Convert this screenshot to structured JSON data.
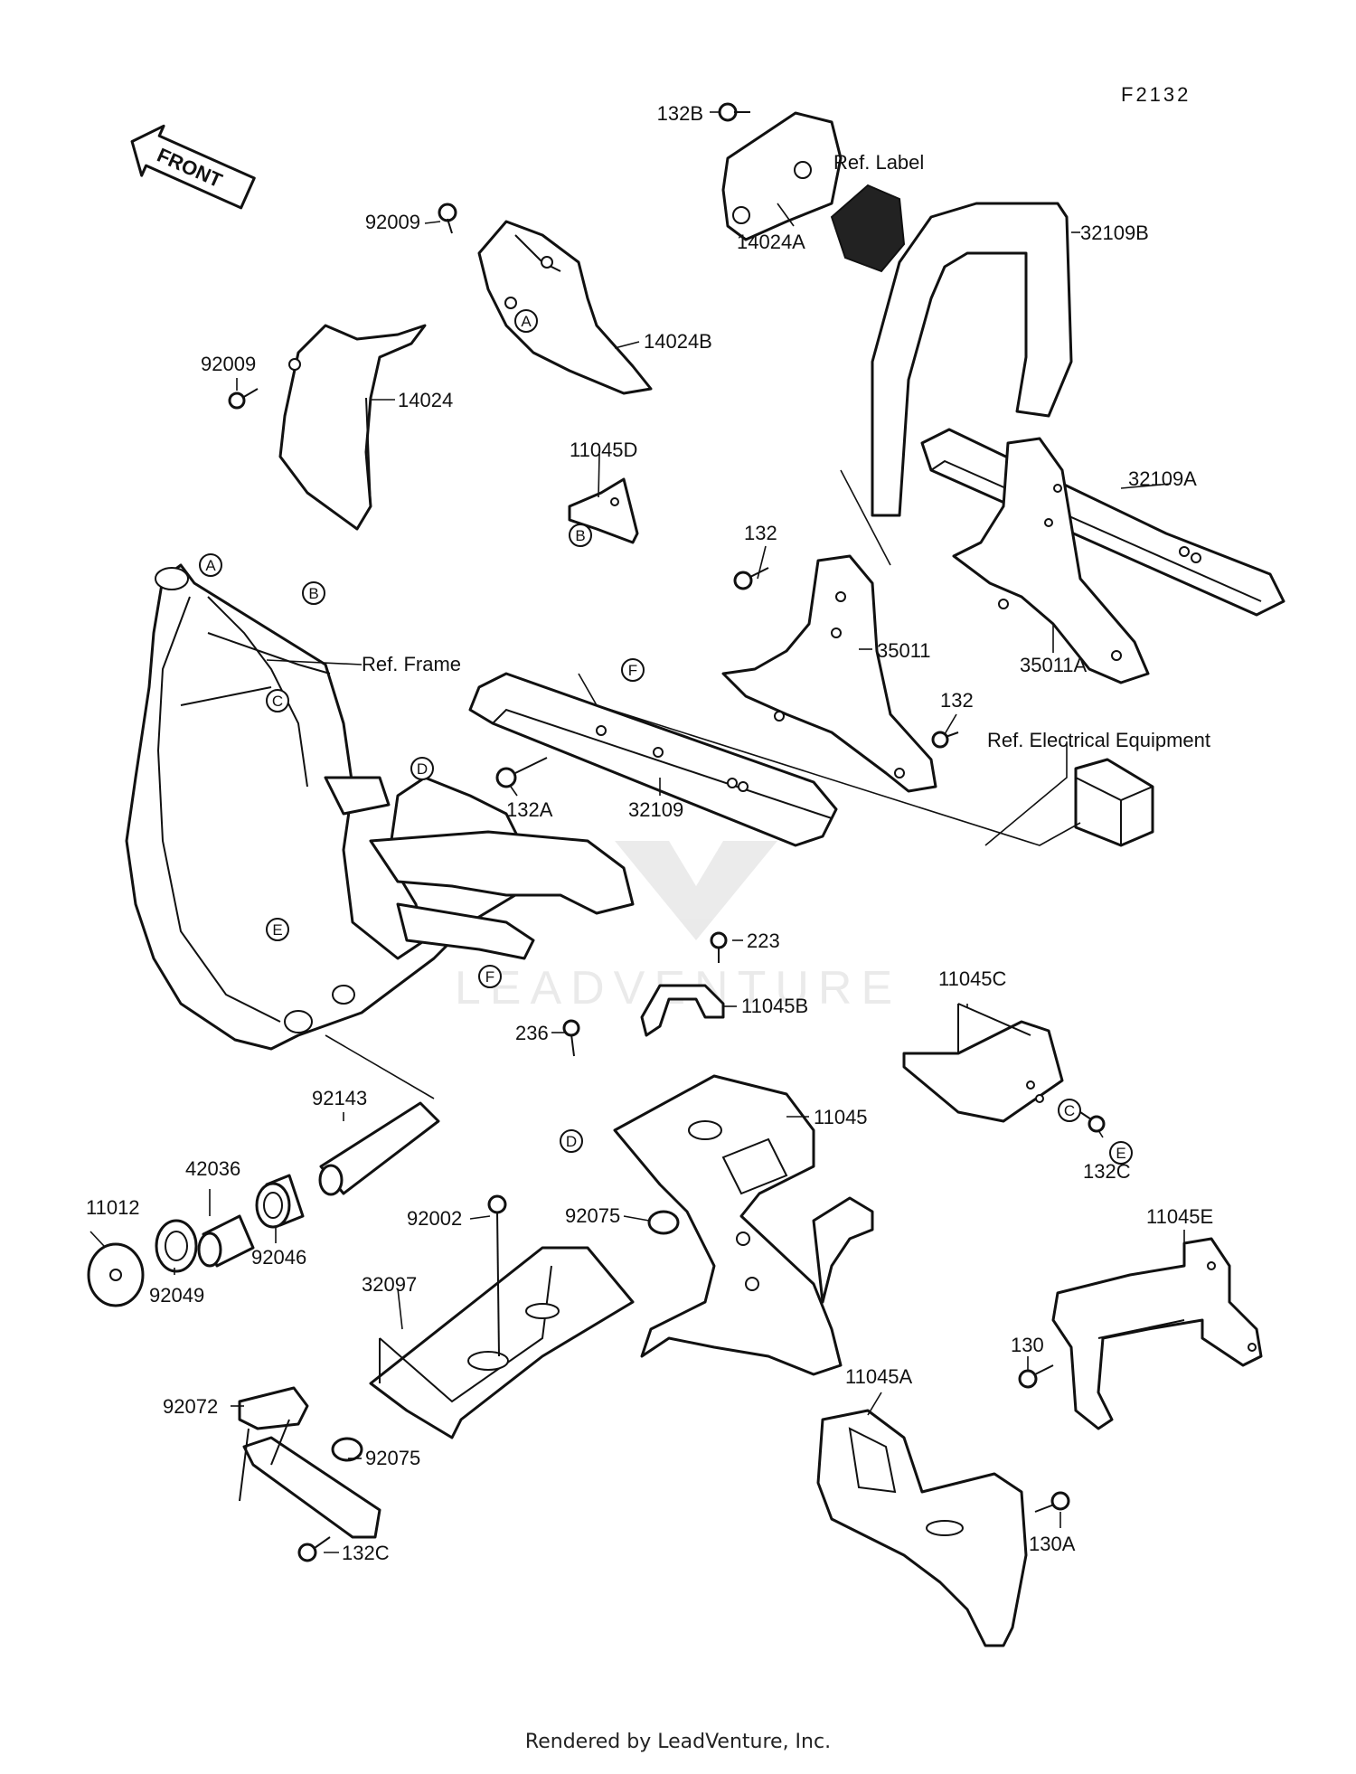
{
  "figure_id": "F2132",
  "front_label": "FRONT",
  "footer": "Rendered by LeadVenture, Inc.",
  "watermark": "LEADVENTURE",
  "refs": {
    "label": "Ref. Label",
    "frame": "Ref. Frame",
    "electrical": "Ref. Electrical Equipment"
  },
  "callouts": [
    "A",
    "B",
    "C",
    "D",
    "E",
    "F"
  ],
  "parts": {
    "p132B": "132B",
    "p14024A": "14024A",
    "p32109B": "32109B",
    "p92009_top": "92009",
    "p92009_left": "92009",
    "p14024": "14024",
    "p14024B": "14024B",
    "p11045D": "11045D",
    "p32109A": "32109A",
    "p132_upper": "132",
    "p35011": "35011",
    "p35011A": "35011A",
    "p132_lower": "132",
    "p132A": "132A",
    "p32109": "32109",
    "p223": "223",
    "p11045B": "11045B",
    "p11045C": "11045C",
    "p236": "236",
    "p11045": "11045",
    "p132C_right": "132C",
    "p92143": "92143",
    "p42036": "42036",
    "p11012": "11012",
    "p92046": "92046",
    "p92049": "92049",
    "p92002": "92002",
    "p92075_mid": "92075",
    "p32097": "32097",
    "p11045E": "11045E",
    "p130": "130",
    "p11045A": "11045A",
    "p92072": "92072",
    "p92075_low": "92075",
    "p130A": "130A",
    "p132C_left": "132C"
  }
}
